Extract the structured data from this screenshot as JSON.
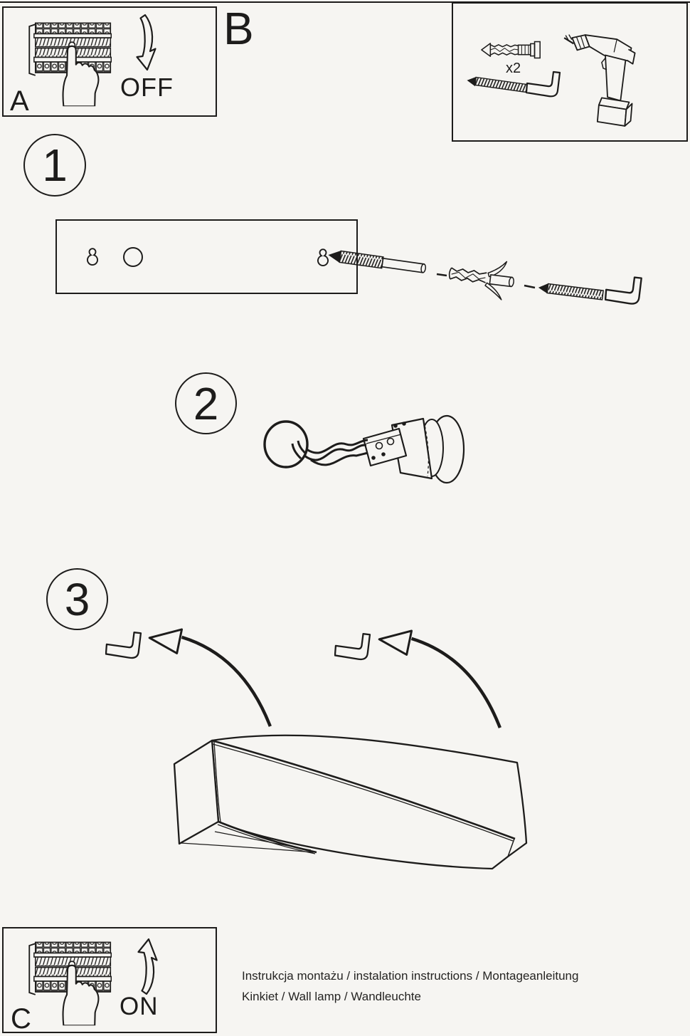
{
  "page": {
    "background_color": "#f6f5f2",
    "ink_color": "#1d1c1b"
  },
  "boxes": {
    "a": {
      "label": "A",
      "action": "OFF"
    },
    "b": {
      "label": "B",
      "hardware_quantity": "x2"
    },
    "c": {
      "label": "C",
      "action": "ON"
    }
  },
  "steps": {
    "s1": "1",
    "s2": "2",
    "s3": "3"
  },
  "footer": {
    "line1": "Instrukcja montażu / instalation instructions / Montageanleitung",
    "line2": "Kinkiet / Wall lamp / Wandleuchte"
  },
  "icons": [
    "circuit-breaker-finger-icon",
    "curved-arrow-off-icon",
    "curved-arrow-on-icon",
    "wall-plug-icon",
    "hook-screw-icon",
    "drill-icon",
    "mounting-plate",
    "keyhole-slot-icon",
    "screw-icon",
    "lamp-socket-icon",
    "wire-loop-icon",
    "l-hook-icon",
    "wall-lamp-body"
  ]
}
